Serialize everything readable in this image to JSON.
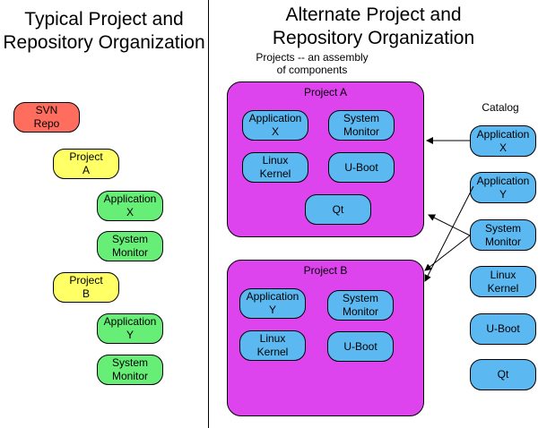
{
  "left": {
    "title_line1": "Typical Project and",
    "title_line2": "Repository Organization",
    "svn": "SVN\nRepo",
    "project_a": "Project\nA",
    "project_a_app": "Application\nX",
    "project_a_mon": "System\nMonitor",
    "project_b": "Project\nB",
    "project_b_app": "Application\nY",
    "project_b_mon": "System\nMonitor"
  },
  "right": {
    "title_line1": "Alternate Project and",
    "title_line2": "Repository Organization",
    "subtitle_line1": "Projects -- an assembly",
    "subtitle_line2": "of components",
    "project_a": {
      "label": "Project A",
      "app": "Application\nX",
      "mon": "System\nMonitor",
      "kernel": "Linux\nKernel",
      "boot": "U-Boot",
      "qt": "Qt"
    },
    "project_b": {
      "label": "Project B",
      "app": "Application\nY",
      "mon": "System\nMonitor",
      "kernel": "Linux\nKernel",
      "boot": "U-Boot"
    },
    "catalog": {
      "label": "Catalog",
      "items": [
        "Application\nX",
        "Application\nY",
        "System\nMonitor",
        "Linux\nKernel",
        "U-Boot",
        "Qt"
      ]
    }
  },
  "colors": {
    "svn": "#ff6d5e",
    "project_node": "#ffff66",
    "component_left": "#66ee77",
    "component_right": "#5bb8f0",
    "project_box": "#dd44ee"
  }
}
